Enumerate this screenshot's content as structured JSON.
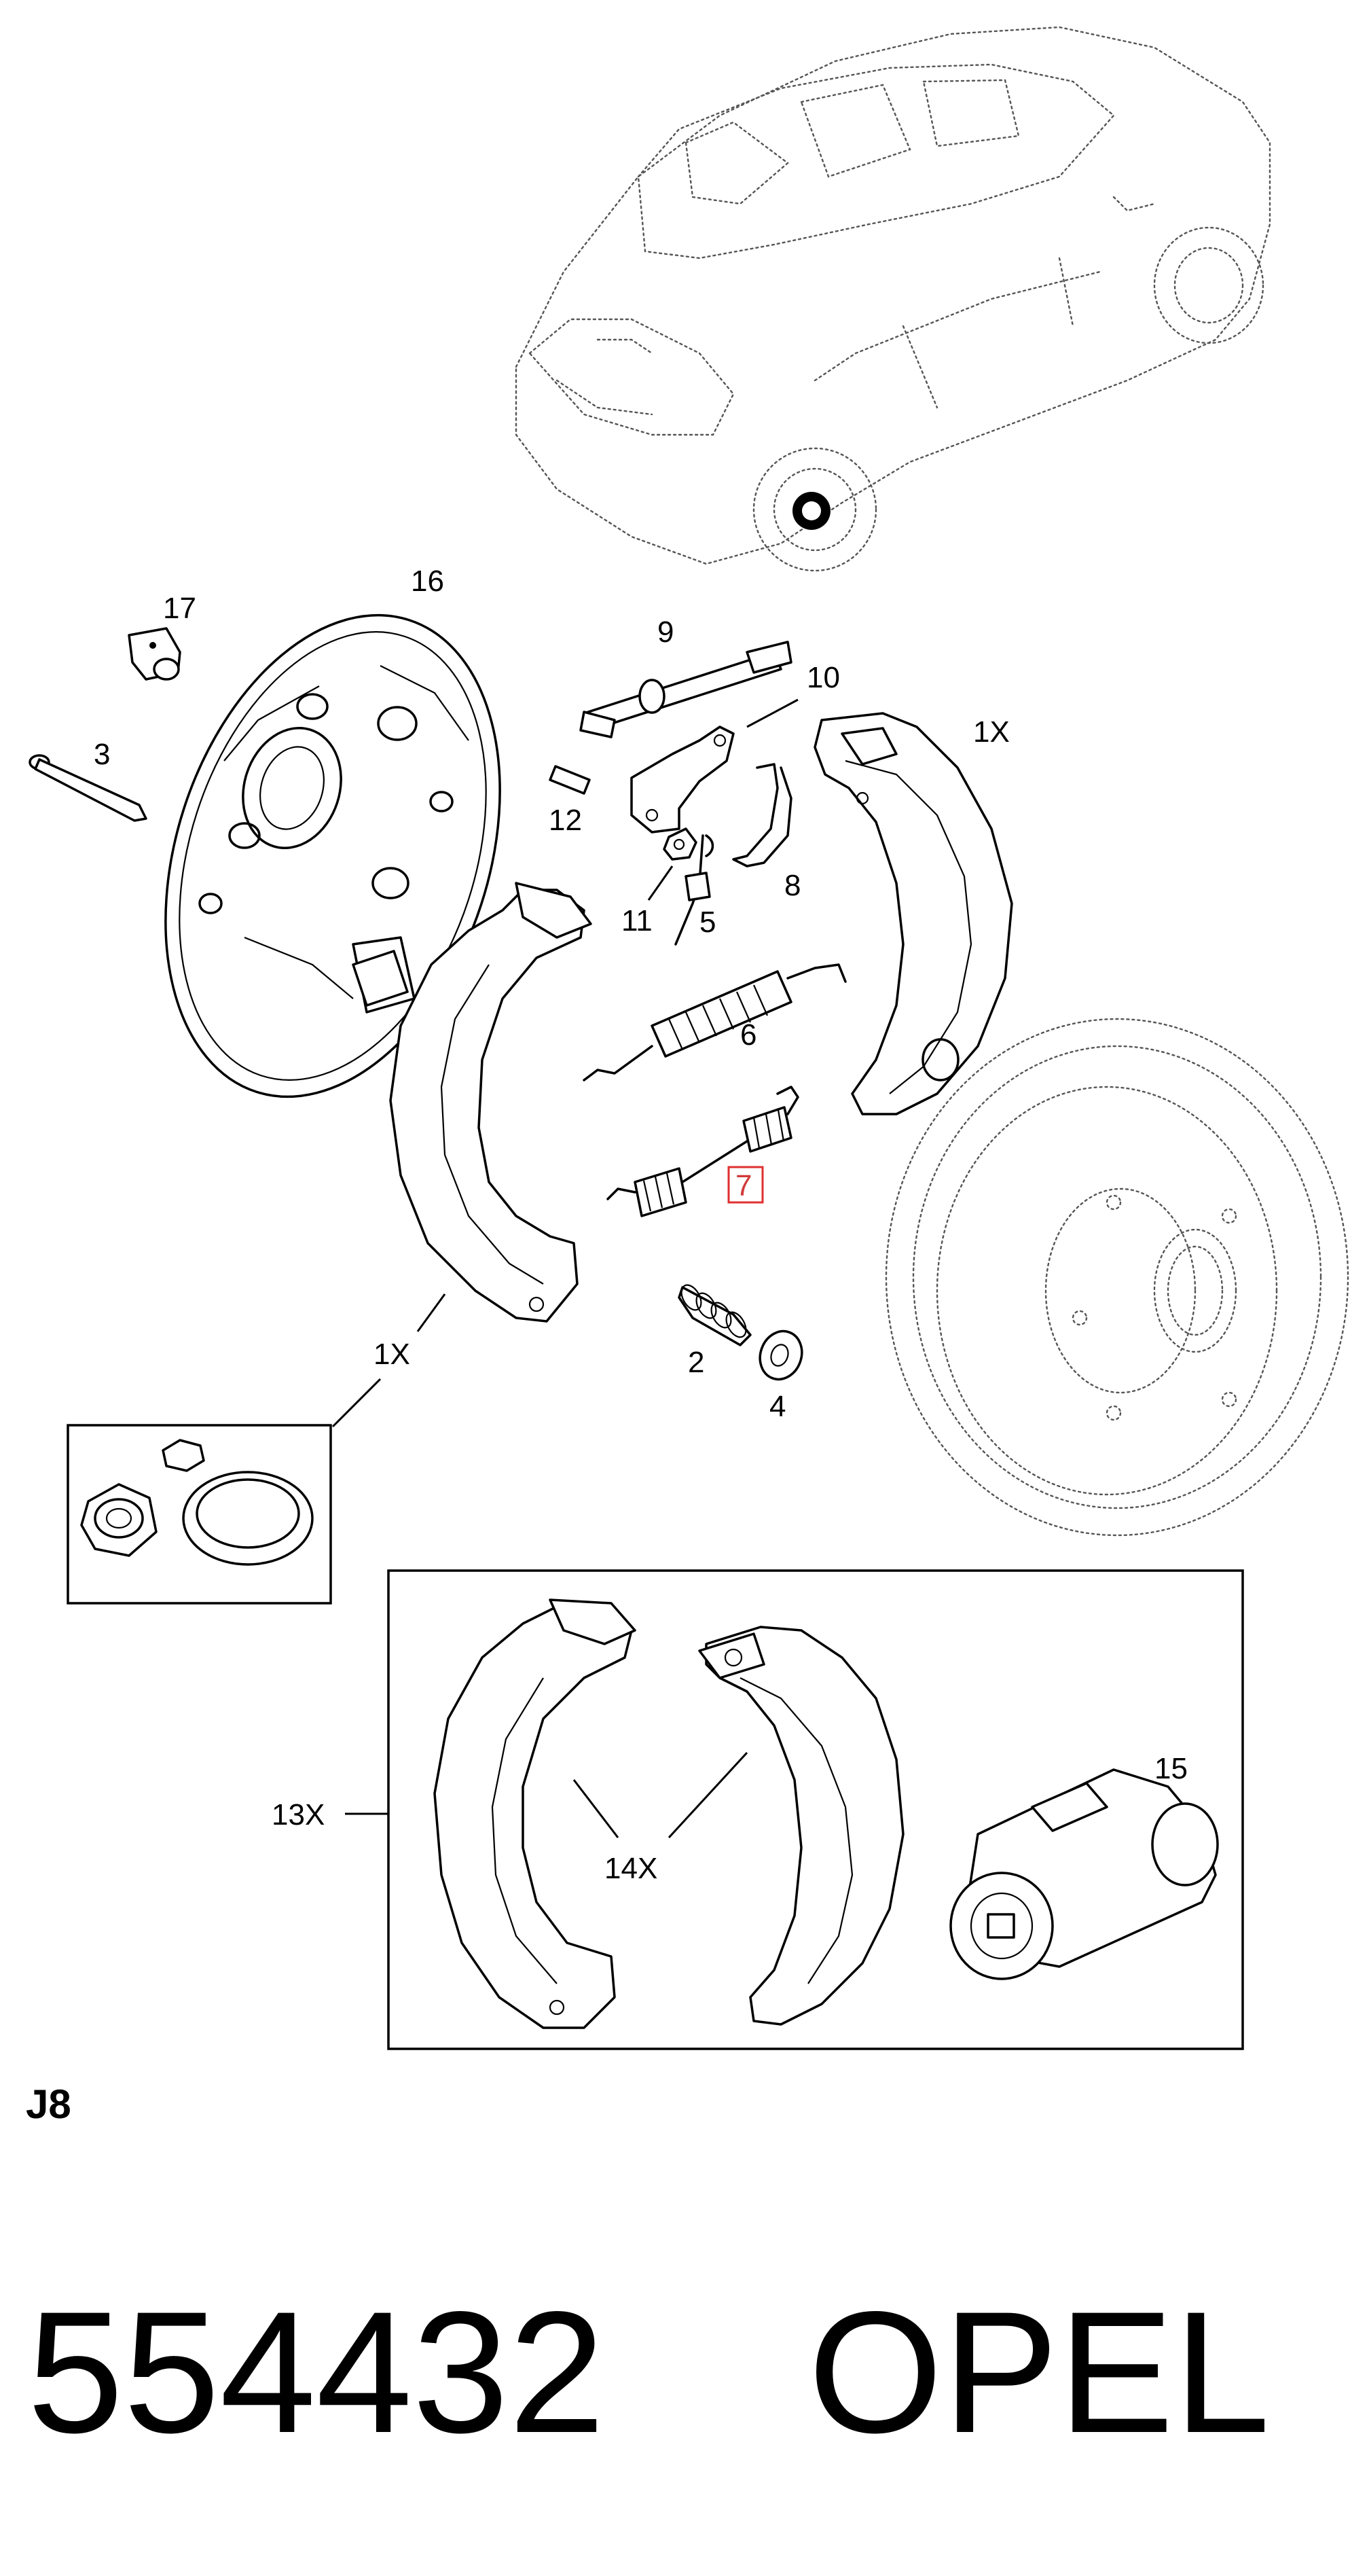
{
  "callouts": {
    "c17": "17",
    "c16": "16",
    "c3": "3",
    "c9": "9",
    "c10": "10",
    "c12": "12",
    "c1x_top": "1X",
    "c8": "8",
    "c11": "11",
    "c5": "5",
    "c6": "6",
    "c7": "7",
    "c2": "2",
    "c4": "4",
    "c1x_left": "1X",
    "c13x": "13X",
    "c14x": "14X",
    "c15": "15"
  },
  "page_code": "J8",
  "part_number": "554432",
  "brand": "OPEL",
  "highlight_color": "#e03030"
}
